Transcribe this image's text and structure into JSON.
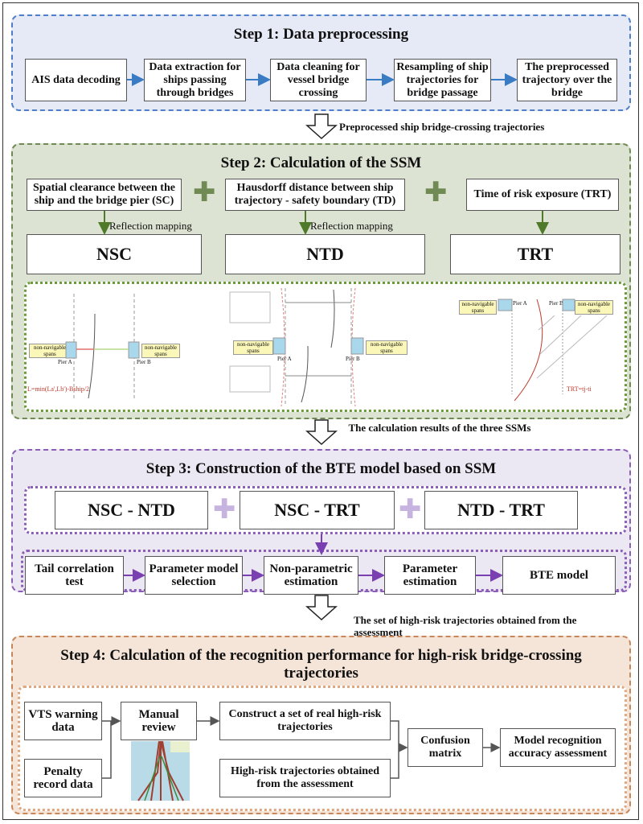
{
  "step1": {
    "title": "Step 1: Data preprocessing",
    "boxes": [
      "AIS data decoding",
      "Data extraction for ships passing through bridges",
      "Data cleaning for vessel bridge crossing",
      "Resampling of ship trajectories for bridge passage",
      "The preprocessed trajectory over the bridge"
    ],
    "color": "#4f7fc9"
  },
  "arrow1": "Preprocessed ship bridge-crossing trajectories",
  "step2": {
    "title": "Step 2: Calculation of the SSM",
    "inputs": [
      "Spatial clearance between the ship and the bridge pier (SC)",
      "Hausdorff distance between ship trajectory - safety boundary (TD)",
      "Time of risk exposure (TRT)"
    ],
    "mapping": "Reflection mapping",
    "outputs": [
      "NSC",
      "NTD",
      "TRT"
    ],
    "diagram": {
      "span": "non-navigable spans",
      "pier_a": "Pier A",
      "pier_b": "Pier B",
      "formula_sc": "L=min(La',Lb')-Bship/2",
      "formula_trt": "TRT=tj-ti"
    },
    "color": "#6f8a52"
  },
  "arrow2": "The calculation results of the three SSMs",
  "step3": {
    "title": "Step 3: Construction of the BTE model based on SSM",
    "pairs": [
      "NSC - NTD",
      "NSC - TRT",
      "NTD - TRT"
    ],
    "flow": [
      "Tail correlation test",
      "Parameter model selection",
      "Non-parametric estimation",
      "Parameter estimation",
      "BTE model"
    ],
    "color": "#8a5fb5"
  },
  "arrow3": "The set of high-risk trajectories obtained from the assessment",
  "step4": {
    "title": "Step 4: Calculation of the recognition performance for high-risk bridge-crossing trajectories",
    "boxes": {
      "vts": "VTS warning data",
      "penalty": "Penalty record data",
      "manual": "Manual review",
      "construct": "Construct a set of real high-risk trajectories",
      "highrisk": "High-risk trajectories obtained from the assessment",
      "confusion": "Confusion matrix",
      "accuracy": "Model recognition accuracy assessment"
    },
    "color": "#c8875a"
  }
}
